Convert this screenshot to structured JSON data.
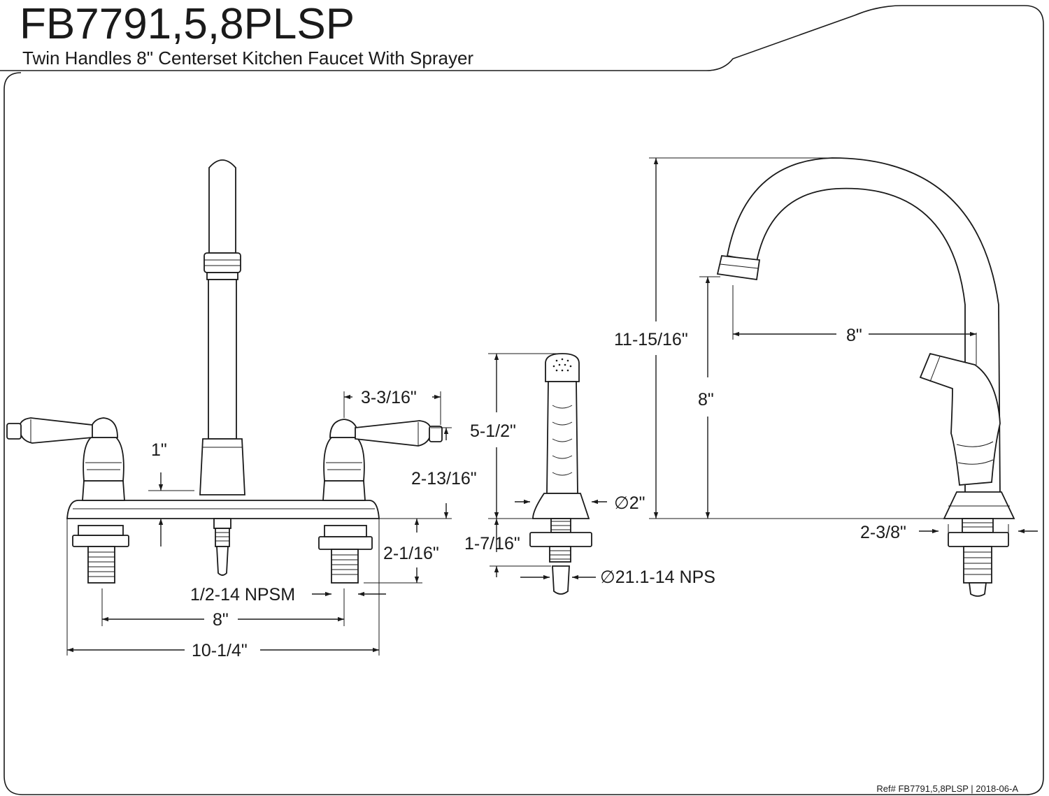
{
  "header": {
    "model": "FB7791,5,8PLSP",
    "subtitle": "Twin Handles 8\" Centerset Kitchen Faucet With Sprayer"
  },
  "footer": {
    "reference": "Ref# FB7791,5,8PLSP | 2018-06-A"
  },
  "dimensions": {
    "handle_offset": "3-3/16\"",
    "base_to_handle": "1\"",
    "handle_height": "2-13/16\"",
    "shank_length": "2-1/16\"",
    "supply_thread": "1/2-14 NPSM",
    "center_spacing": "8\"",
    "overall_width": "10-1/4\"",
    "sprayer_length": "5-1/2\"",
    "sprayer_base_diameter": "∅2\"",
    "sprayer_shank": "1-7/16\"",
    "sprayer_thread": "∅21.1-14 NPS",
    "overall_height": "11-15/16\"",
    "spout_height": "8\"",
    "spout_reach": "8\"",
    "side_base": "2-3/8\""
  }
}
